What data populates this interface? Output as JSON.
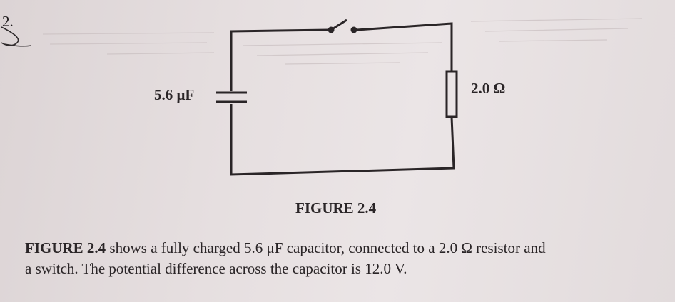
{
  "question_number": "2.",
  "circuit": {
    "capacitor_label": "5.6 μF",
    "resistor_label": "2.0 Ω"
  },
  "figure_caption": "FIGURE 2.4",
  "paragraph": {
    "line1_bold": "FIGURE 2.4",
    "line1_rest": " shows a fully charged 5.6 μF capacitor, connected to a 2.0 Ω resistor and",
    "line2": "a switch. The potential difference across the capacitor is 12.0 V."
  }
}
